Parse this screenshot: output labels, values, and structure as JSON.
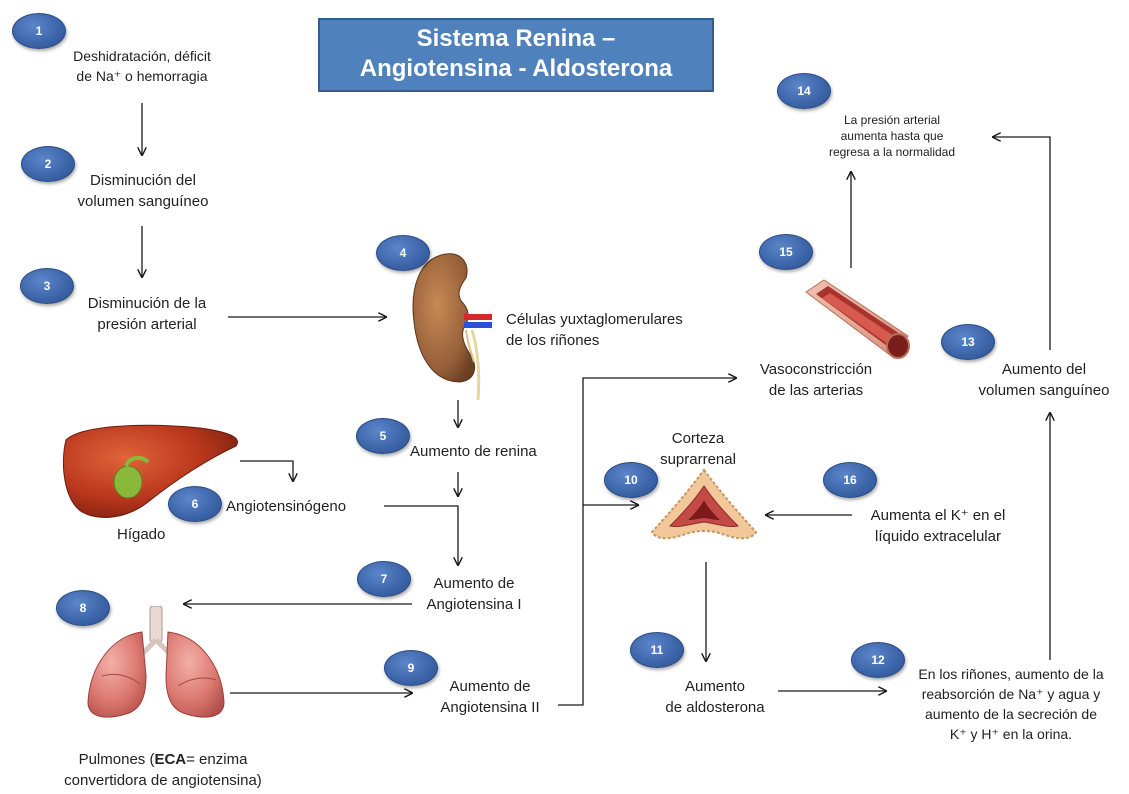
{
  "title": {
    "line1": "Sistema Renina –",
    "line2": "Angiotensina - Aldosterona"
  },
  "steps": [
    {
      "num": "1",
      "line1": "Deshidratación, déficit",
      "line2": "de Na⁺ o hemorragia"
    },
    {
      "num": "2",
      "line1": "Disminución del",
      "line2": "volumen sanguíneo"
    },
    {
      "num": "3",
      "line1": "Disminución de la",
      "line2": "presión arterial"
    },
    {
      "num": "4",
      "line1": "Células yuxtaglomerulares",
      "line2": "de los riñones"
    },
    {
      "num": "5",
      "line1": "Aumento de renina"
    },
    {
      "num": "6",
      "line1": "Angiotensinógeno"
    },
    {
      "num": "7",
      "line1": "Aumento de",
      "line2": "Angiotensina I"
    },
    {
      "num": "8"
    },
    {
      "num": "9",
      "line1": "Aumento de",
      "line2": "Angiotensina II"
    },
    {
      "num": "10",
      "line1": "Corteza",
      "line2": "suprarrenal"
    },
    {
      "num": "11",
      "line1": "Aumento",
      "line2": "de aldosterona"
    },
    {
      "num": "12",
      "line1": "En los riñones, aumento de la",
      "line2": "reabsorción de Na⁺ y agua y",
      "line3": "aumento de la secreción de",
      "line4": "K⁺ y H⁺ en la orina."
    },
    {
      "num": "13",
      "line1": "Aumento del",
      "line2": "volumen sanguíneo"
    },
    {
      "num": "14",
      "line1": "La presión arterial",
      "line2": "aumenta hasta que",
      "line3": "regresa a la normalidad"
    },
    {
      "num": "15",
      "line1": "Vasoconstricción",
      "line2": "de las arterias"
    },
    {
      "num": "16",
      "line1": "Aumenta el K⁺ en el",
      "line2": "líquido extracelular"
    }
  ],
  "organs": {
    "liver": "Hígado",
    "lungs_pre": "Pulmones (",
    "lungs_bold": "ECA",
    "lungs_post": "= enzima",
    "lungs_line2": "convertidora de angiotensina)"
  },
  "colors": {
    "badge": "#3b64a8",
    "title_bg": "#4f81bd",
    "arrow": "#1a1a1a"
  }
}
